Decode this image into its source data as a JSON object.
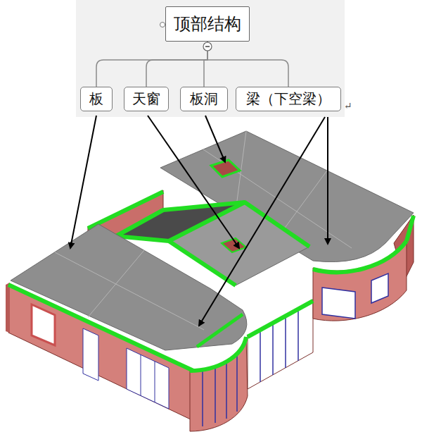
{
  "diagram": {
    "nodes": [
      {
        "text": [
          "顶部结构"
        ]
      },
      {
        "text": [
          "板"
        ]
      },
      {
        "text": [
          "天窗"
        ]
      },
      {
        "text": [
          "板洞"
        ]
      },
      {
        "text": [
          "梁（下空梁）"
        ]
      }
    ],
    "edges": [
      {
        "from": 0,
        "to": 1,
        "arrow": "none"
      },
      {
        "from": 0,
        "to": 2,
        "arrow": "none"
      },
      {
        "from": 0,
        "to": 3,
        "arrow": "none"
      },
      {
        "from": 0,
        "to": 4,
        "arrow": "none"
      }
    ],
    "labels": [
      "↵"
    ]
  }
}
